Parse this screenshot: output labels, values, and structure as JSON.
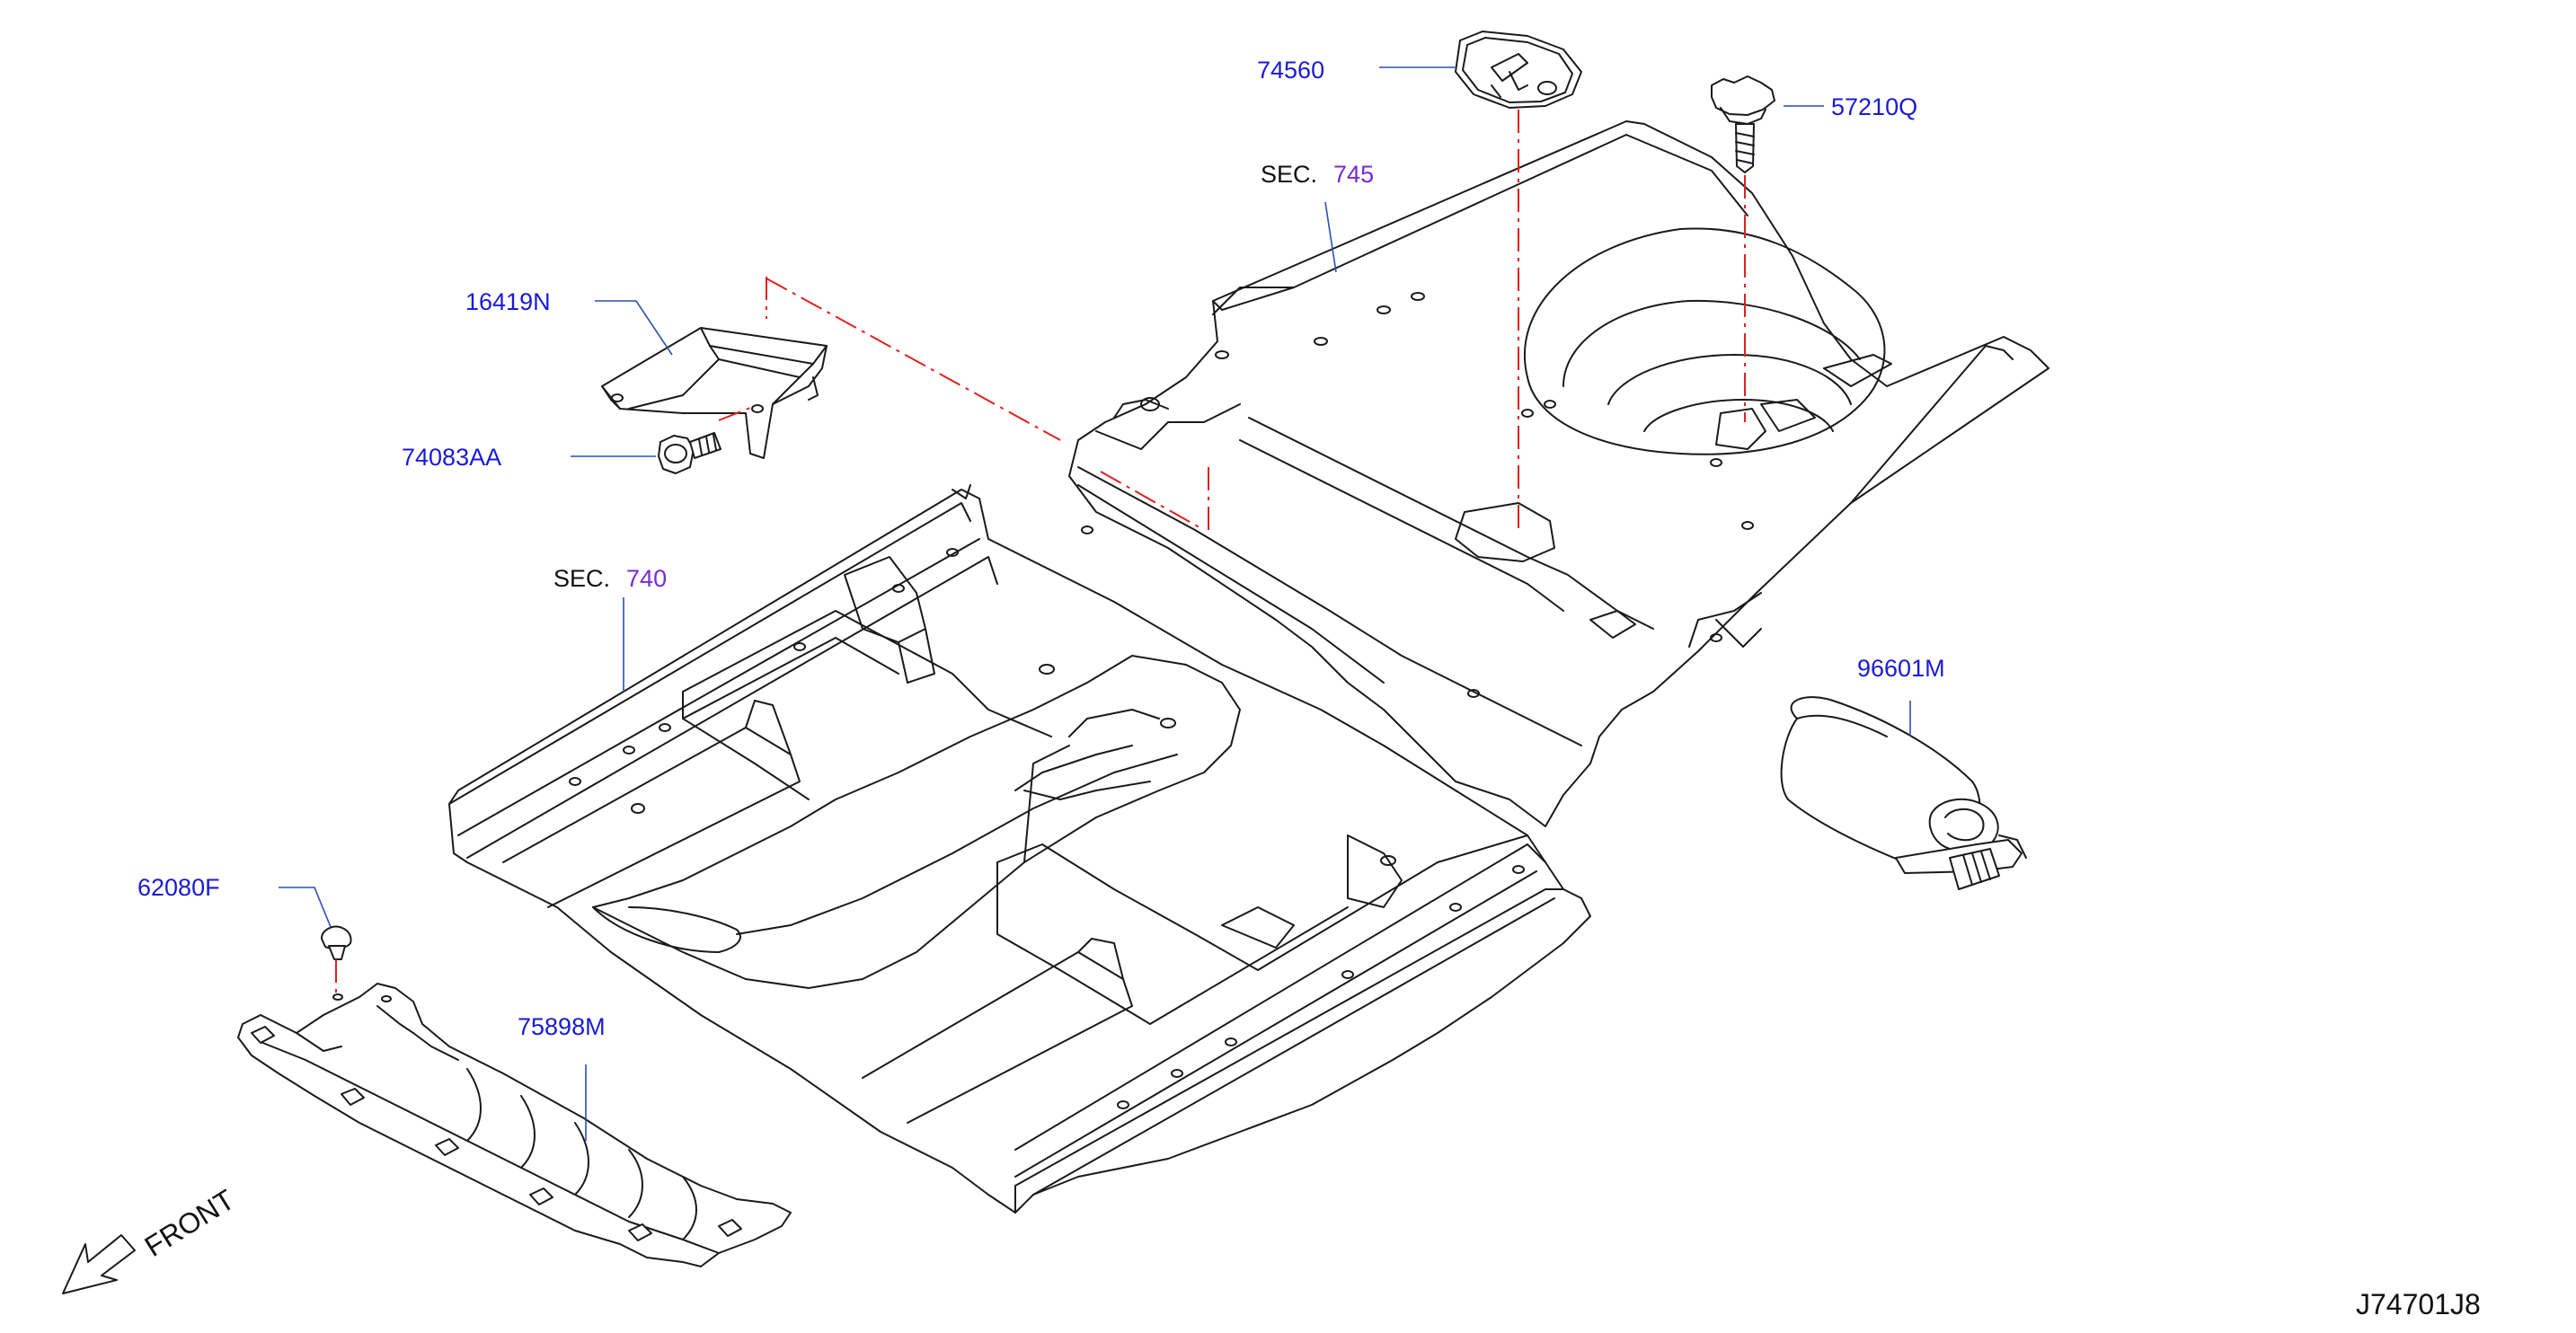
{
  "callouts": {
    "p74560": "74560",
    "p57210q": "57210Q",
    "sec745_word": "SEC.",
    "sec745_no": "745",
    "p16419n": "16419N",
    "p74083aa": "74083AA",
    "sec740_word": "SEC.",
    "sec740_no": "740",
    "p96601m": "96601M",
    "p62080f": "62080F",
    "p75898m": "75898M"
  },
  "front_label": "FRONT",
  "diagram_id": "J74701J8",
  "colors": {
    "part_number": "#1a1ad6",
    "section_number": "#7a2ad6",
    "leader": "#2a4fb0",
    "alignment_dash": "#e02020",
    "line_art": "#1a1a1a"
  }
}
